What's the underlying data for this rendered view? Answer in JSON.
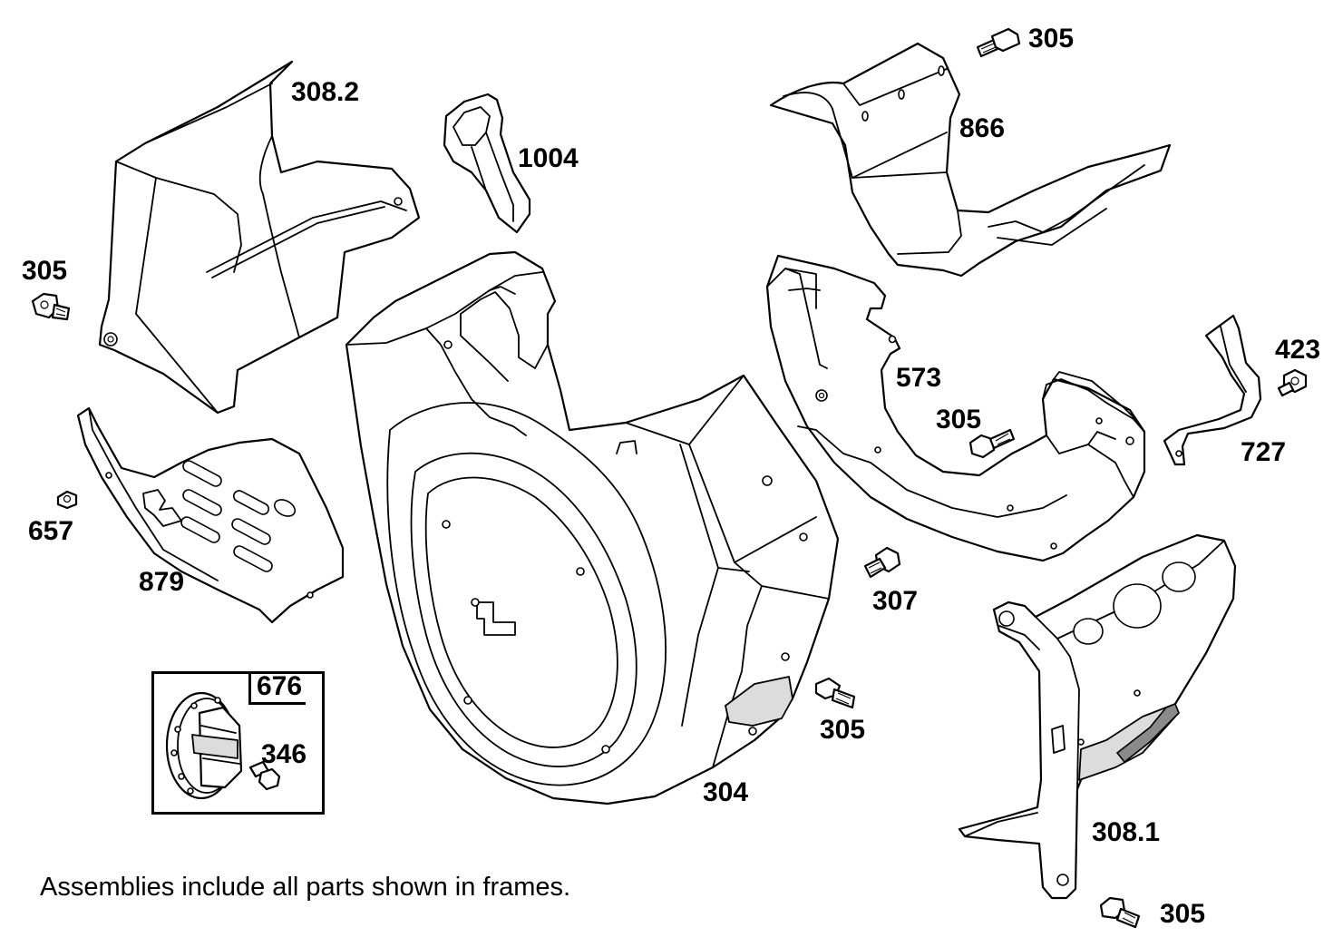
{
  "diagram": {
    "note": "Assemblies include all parts shown in frames.",
    "frame": {
      "label": "676"
    },
    "parts": [
      {
        "id": "308.2"
      },
      {
        "id": "1004"
      },
      {
        "id": "305"
      },
      {
        "id": "866"
      },
      {
        "id": "573"
      },
      {
        "id": "423"
      },
      {
        "id": "727"
      },
      {
        "id": "657"
      },
      {
        "id": "879"
      },
      {
        "id": "307"
      },
      {
        "id": "304"
      },
      {
        "id": "346"
      },
      {
        "id": "308.1"
      }
    ],
    "callouts": {
      "c_308_2": "308.2",
      "c_1004": "1004",
      "c_305_a": "305",
      "c_305_b": "305",
      "c_866": "866",
      "c_573": "573",
      "c_305_c": "305",
      "c_423": "423",
      "c_727": "727",
      "c_657": "657",
      "c_879": "879",
      "c_307": "307",
      "c_305_d": "305",
      "c_304": "304",
      "c_346": "346",
      "c_308_1": "308.1",
      "c_305_e": "305",
      "c_676": "676"
    }
  }
}
